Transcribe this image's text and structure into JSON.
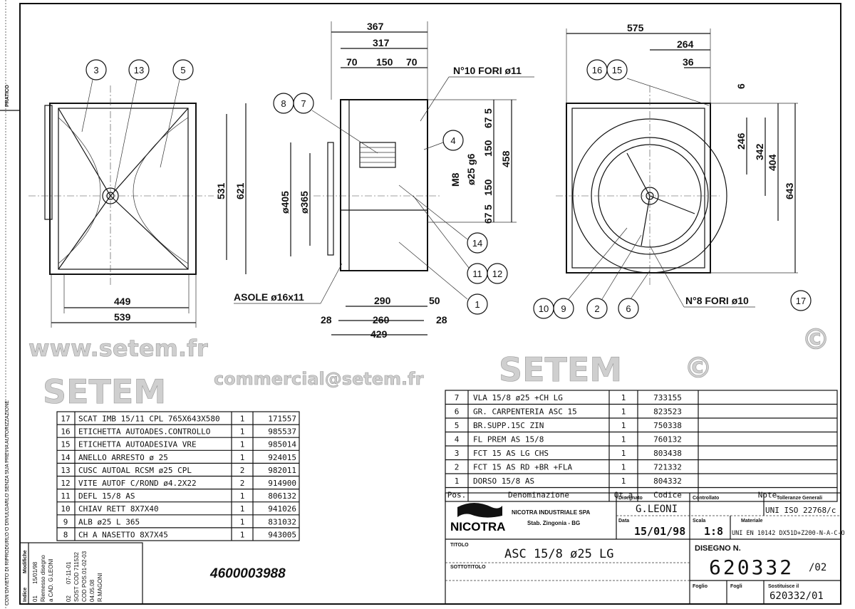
{
  "side_note": "CON DIVIETO DI RIPRODURLO O DIVULGARLO SENZA SUA PREVIA AUTORIZZAZIONE",
  "pratico_label": "PRATICO",
  "watermarks": {
    "url": "www.setem.fr",
    "brand": "SETEM",
    "email": "commercial@setem.fr",
    "copyright": "©"
  },
  "views": {
    "front": {
      "dims": [
        "531",
        "621",
        "449",
        "539"
      ],
      "balloons": [
        "3",
        "13",
        "5"
      ]
    },
    "side": {
      "dims": [
        "367",
        "317",
        "70",
        "150",
        "70",
        "ø405",
        "ø365",
        "290",
        "260",
        "429",
        "50",
        "28",
        "28",
        "5",
        "67",
        "150",
        "150",
        "5",
        "67",
        "458",
        "M8",
        "ø25 g6"
      ],
      "notes": [
        "N°10 FORI ø11",
        "ASOLE ø16x11"
      ],
      "balloons": [
        "8",
        "7",
        "4",
        "14",
        "11",
        "12",
        "1"
      ]
    },
    "rear": {
      "dims": [
        "575",
        "264",
        "36",
        "6",
        "246",
        "342",
        "404",
        "643"
      ],
      "notes": [
        "N°8 FORI ø10"
      ],
      "balloons": [
        "16",
        "15",
        "10",
        "9",
        "2",
        "6",
        "17"
      ]
    }
  },
  "parts_left": [
    {
      "pos": "17",
      "desc": "SCAT IMB 15/11 CPL 765X643X580",
      "qty": "1",
      "code": "171557"
    },
    {
      "pos": "16",
      "desc": "ETICHETTA AUTOADES.CONTROLLO",
      "qty": "1",
      "code": "985537"
    },
    {
      "pos": "15",
      "desc": "ETICHETTA AUTOADESIVA VRE",
      "qty": "1",
      "code": "985014"
    },
    {
      "pos": "14",
      "desc": "ANELLO ARRESTO ø 25",
      "qty": "1",
      "code": "924015"
    },
    {
      "pos": "13",
      "desc": "CUSC AUTOAL RCSM ø25 CPL",
      "qty": "2",
      "code": "982011"
    },
    {
      "pos": "12",
      "desc": "VITE AUTOF C/ROND ø4.2X22",
      "qty": "2",
      "code": "914900"
    },
    {
      "pos": "11",
      "desc": "DEFL 15/8 AS",
      "qty": "1",
      "code": "806132"
    },
    {
      "pos": "10",
      "desc": "CHIAV RETT 8X7X40",
      "qty": "1",
      "code": "941026"
    },
    {
      "pos": "9",
      "desc": "ALB ø25 L 365",
      "qty": "1",
      "code": "831032"
    },
    {
      "pos": "8",
      "desc": "CH A NASETTO 8X7X45",
      "qty": "1",
      "code": "943005"
    }
  ],
  "parts_right": [
    {
      "pos": "7",
      "desc": "VLA 15/8 ø25 +CH LG",
      "qty": "1",
      "code": "733155",
      "note": ""
    },
    {
      "pos": "6",
      "desc": "GR. CARPENTERIA ASC 15",
      "qty": "1",
      "code": "823523",
      "note": ""
    },
    {
      "pos": "5",
      "desc": "BR.SUPP.15C ZIN",
      "qty": "1",
      "code": "750338",
      "note": ""
    },
    {
      "pos": "4",
      "desc": "FL PREM AS 15/8",
      "qty": "1",
      "code": "760132",
      "note": ""
    },
    {
      "pos": "3",
      "desc": "FCT 15 AS LG CHS",
      "qty": "1",
      "code": "803438",
      "note": ""
    },
    {
      "pos": "2",
      "desc": "FCT 15 AS RD +BR +FLA",
      "qty": "1",
      "code": "721332",
      "note": ""
    },
    {
      "pos": "1",
      "desc": "DORSO 15/8 AS",
      "qty": "1",
      "code": "804332",
      "note": ""
    }
  ],
  "parts_header": {
    "pos": "Pos.",
    "desc": "Denominazione",
    "qty": "Qt.a",
    "code": "Codice",
    "note": "Note"
  },
  "title_block": {
    "logo": "NICOTRA",
    "company": "NICOTRA INDUSTRIALE SPA",
    "plant": "Stab. Zingonia - BG",
    "drawn_label": "Disegnato",
    "drawn": "G.LEONI",
    "checked_label": "Controllato",
    "checked": "",
    "tolerance_label": "Tolleranze Generali",
    "tolerance": "UNI ISO 22768/c",
    "date_label": "Data",
    "date": "15/01/98",
    "scale_label": "Scala",
    "scale": "1:8",
    "material_label": "Materiale",
    "material": "UNI EN 10142 DX51D+Z200-N-A-C-O",
    "title_label": "TITOLO",
    "title": "ASC 15/8 ø25 LG",
    "subtitle_label": "SOTTOTITOLO",
    "drawing_no_label": "DISEGNO N.",
    "drawing_no": "620332",
    "revision": "/02",
    "sheet_label": "Foglio",
    "sheets_label": "Fogli",
    "replaces_label": "Sostituisce il",
    "replaces": "620332/01"
  },
  "part_number": "4600003988",
  "revisions": {
    "index_label": "Indice",
    "mod_label": "Modifiche",
    "entries": [
      {
        "index": "01",
        "lines": [
          "15/01/98",
          "Riemesso disegno",
          "a CAD.    G.LEONI"
        ]
      },
      {
        "index": "02",
        "lines": [
          "07-11-01",
          "SOST COD 711532",
          "COD POS.01-02-03",
          "04.05.08",
          "R.MAGONI"
        ]
      }
    ]
  }
}
